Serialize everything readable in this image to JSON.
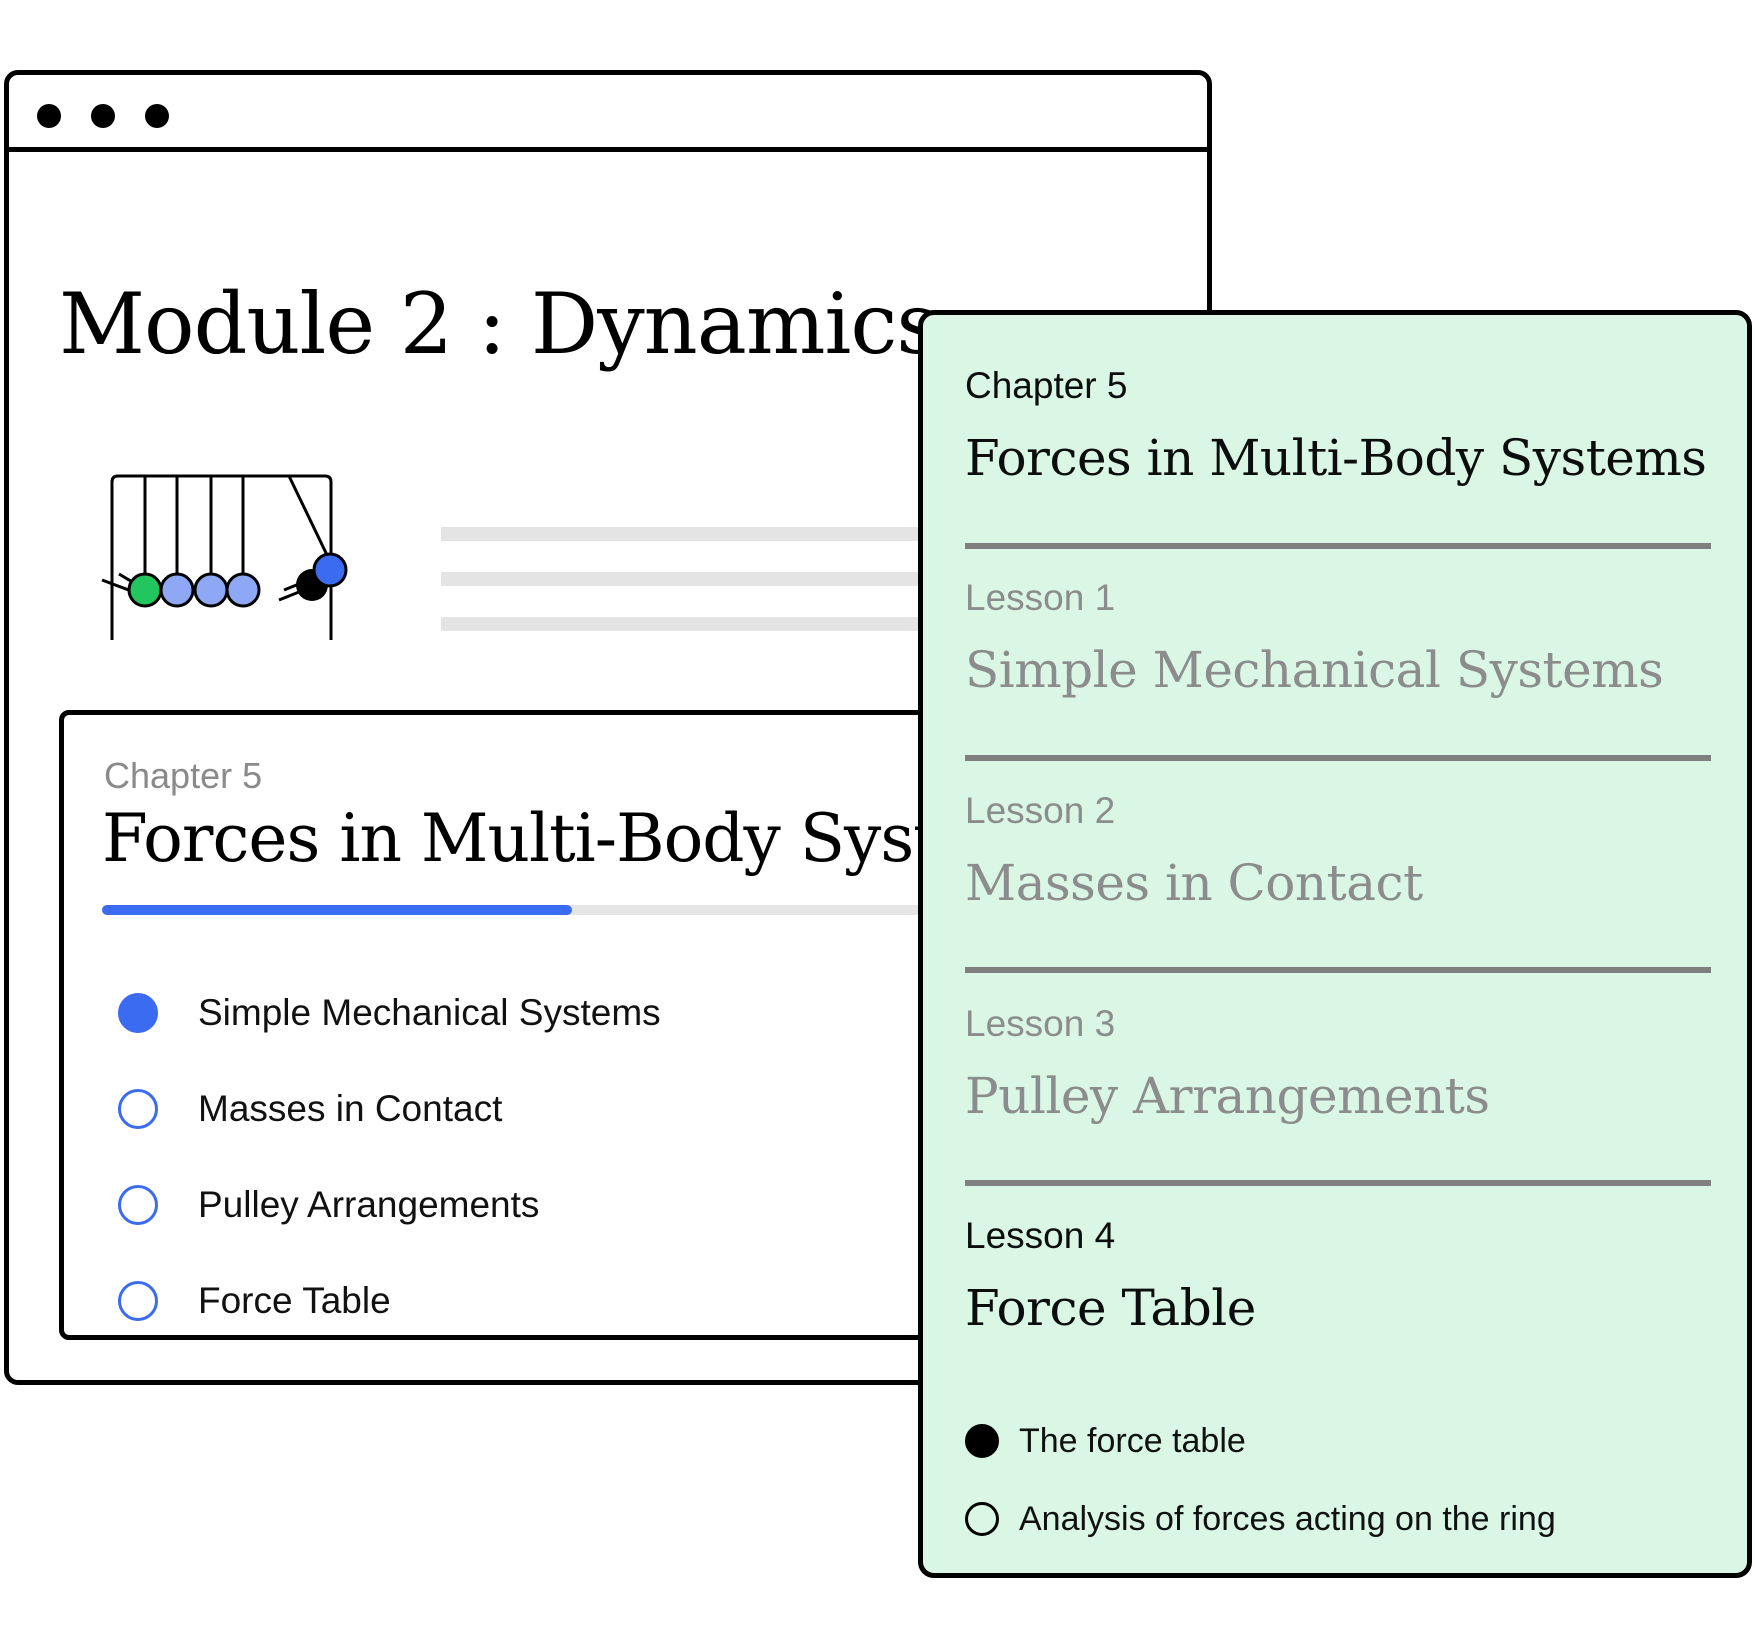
{
  "module": {
    "title": "Module 2 : Dynamics"
  },
  "chapter_card": {
    "label": "Chapter 5",
    "title": "Forces in Multi-Body Systems",
    "progress": 0.47,
    "lessons": [
      {
        "label": "Simple Mechanical Systems",
        "selected": true
      },
      {
        "label": "Masses in Contact",
        "selected": false
      },
      {
        "label": "Pulley Arrangements",
        "selected": false
      },
      {
        "label": "Force Table",
        "selected": false
      }
    ]
  },
  "panel": {
    "chapter_label": "Chapter 5",
    "chapter_title": "Forces in Multi-Body Systems",
    "lessons": [
      {
        "label": "Lesson 1",
        "title": "Simple Mechanical Systems"
      },
      {
        "label": "Lesson 2",
        "title": "Masses in Contact"
      },
      {
        "label": "Lesson 3",
        "title": "Pulley Arrangements"
      },
      {
        "label": "Lesson 4",
        "title": "Force Table"
      }
    ],
    "subtopics": [
      {
        "label": "The force table",
        "selected": true
      },
      {
        "label": "Analysis of forces acting on the ring",
        "selected": false
      }
    ]
  },
  "colors": {
    "accent": "#3a6bf0",
    "panel_bg": "#d9f7e4",
    "muted_text": "#8c8c8c",
    "ball_green": "#22c55e",
    "ball_light_blue": "#8ea8f5"
  },
  "icons": {
    "illustration": "newtons-cradle-icon",
    "window_controls": "window-dot-icon"
  }
}
